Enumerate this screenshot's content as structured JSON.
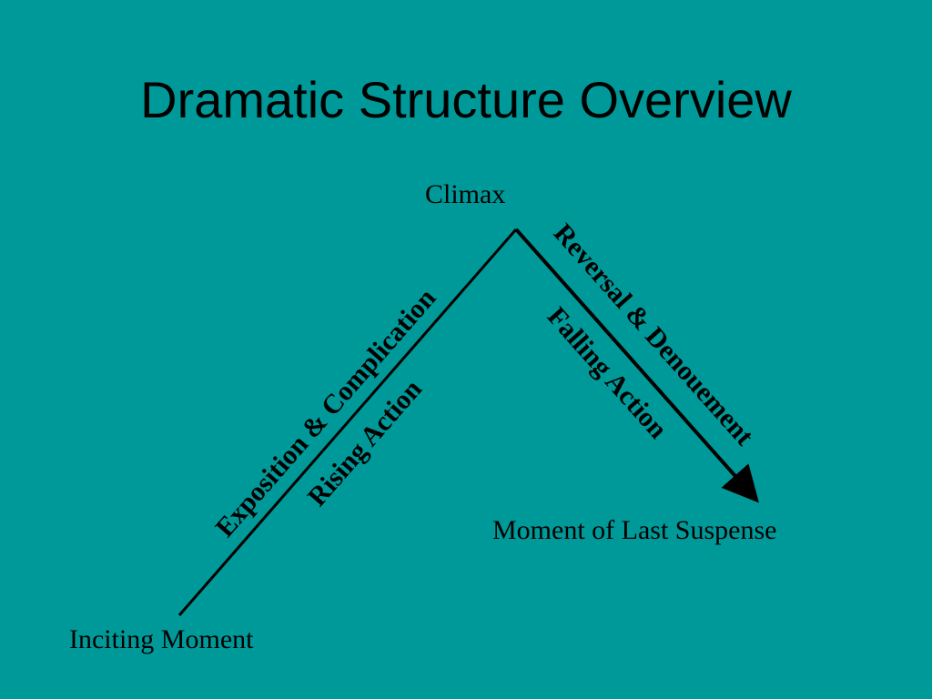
{
  "slide": {
    "title": "Dramatic Structure Overview"
  },
  "diagram": {
    "points": {
      "start": "Inciting Moment",
      "peak": "Climax",
      "end": "Moment of Last Suspense"
    },
    "rising_side": {
      "outer": "Exposition & Complication",
      "inner": "Rising Action"
    },
    "falling_side": {
      "outer": "Reversal & Denouement",
      "inner": "Falling Action"
    },
    "colors": {
      "background": "#009999",
      "ink": "#000000"
    }
  }
}
